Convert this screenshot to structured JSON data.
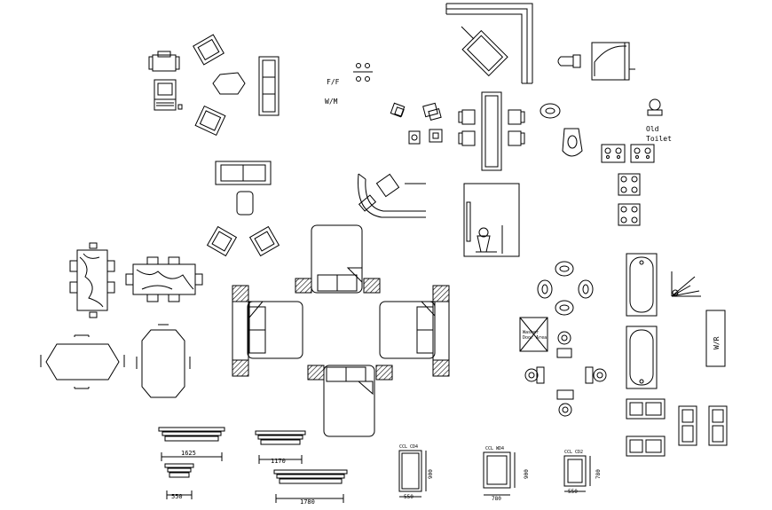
{
  "labels": {
    "ff": "F/F",
    "wm": "W/M",
    "old_toilet_line1": "Old",
    "old_toilet_line2": "Toilet",
    "wr": "W/R",
    "washer_line1": "Washer",
    "washer_line2": "Door Area"
  },
  "dimensions": {
    "d1625": "1625",
    "d1170": "1170",
    "d550": "550",
    "d1780": "1780"
  },
  "cabinets": {
    "cd4": {
      "name": "CCL CD4",
      "width": "550",
      "height": "900"
    },
    "wd4": {
      "name": "CCL WD4",
      "width": "780",
      "height": "900"
    },
    "cd2": {
      "name": "CCL CD2",
      "width": "550",
      "height": "780"
    }
  }
}
